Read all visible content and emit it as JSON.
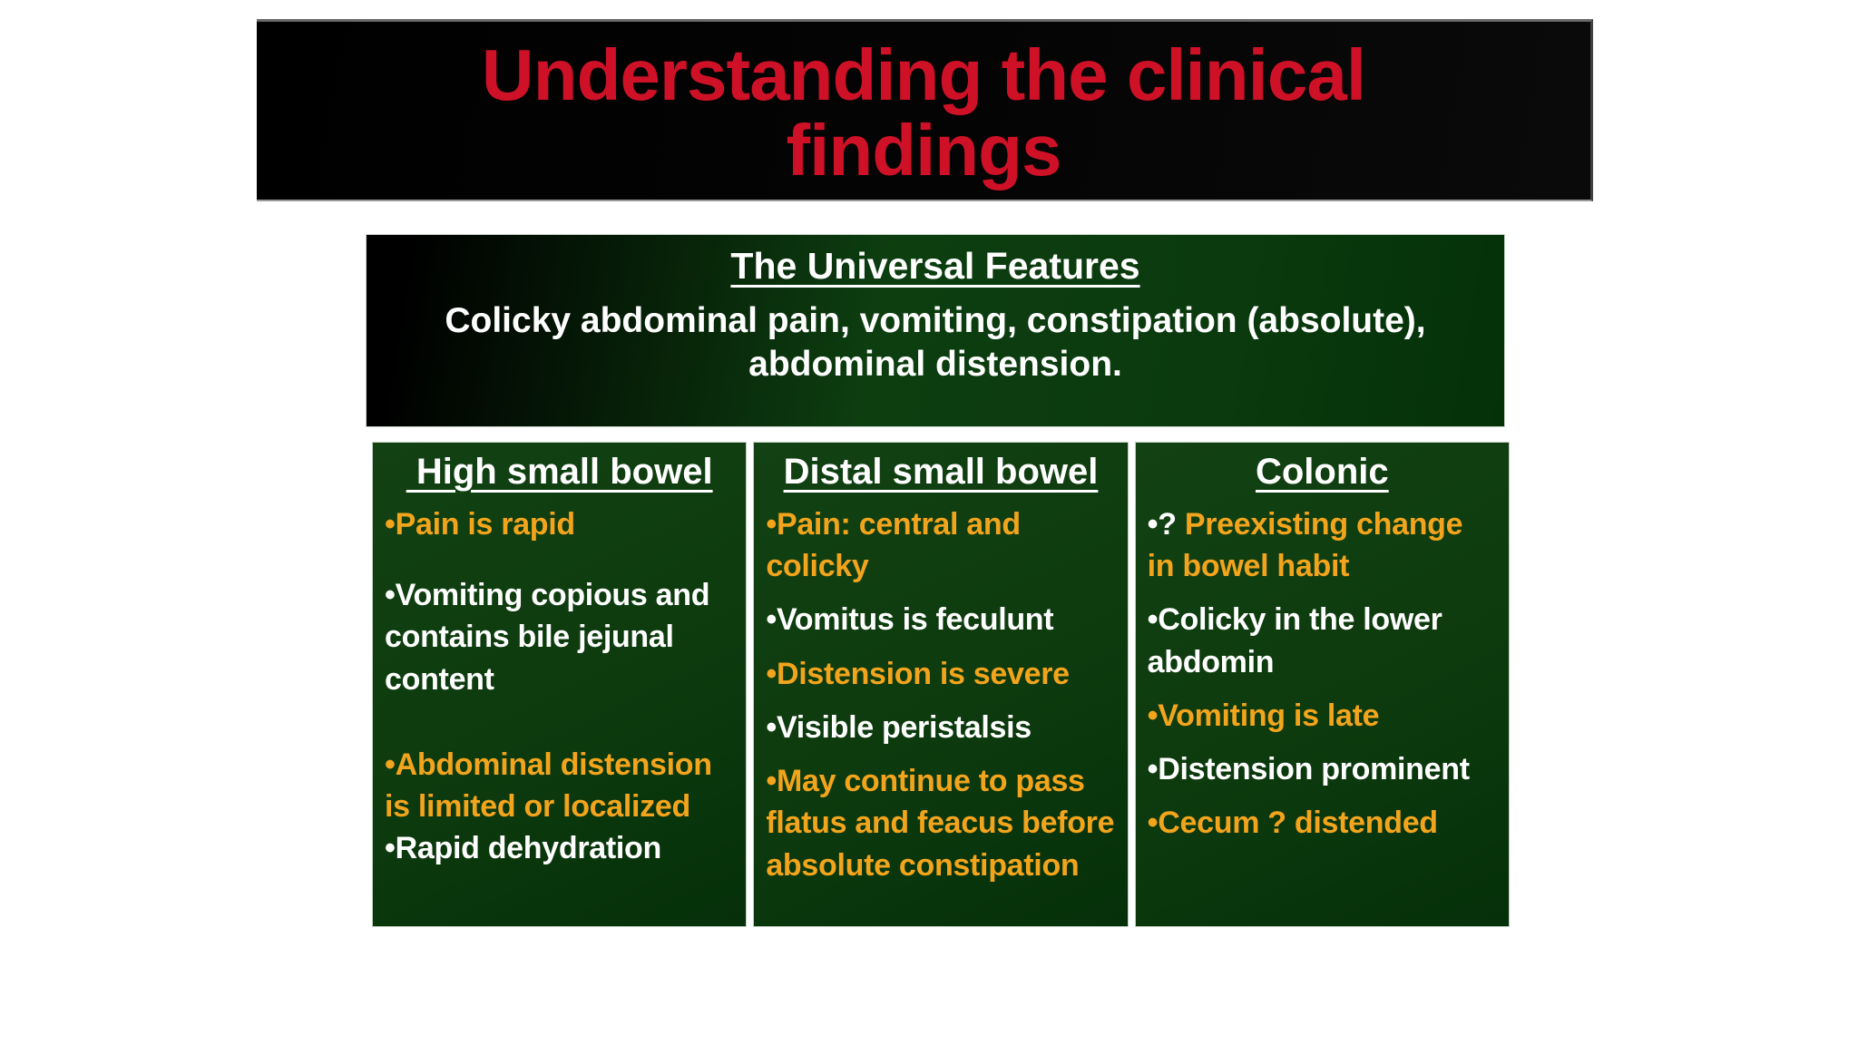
{
  "slide": {
    "title": {
      "line1": "Understanding the clinical",
      "line2": "findings"
    },
    "universal": {
      "heading": "The Universal Features",
      "body": "Colicky abdominal pain, vomiting, constipation (absolute), abdominal distension."
    },
    "columns": [
      {
        "heading": " High small bowel",
        "items": [
          {
            "prefix": "•",
            "text": "Pain is rapid",
            "color": "orange"
          },
          {
            "prefix": "•",
            "text": "Vomiting copious and contains bile jejunal content",
            "color": "white"
          },
          {
            "prefix": "•",
            "text": "Abdominal distension is limited or localized",
            "color": "orange"
          },
          {
            "prefix": "•",
            "text": "Rapid dehydration",
            "color": "white"
          }
        ]
      },
      {
        "heading": "Distal small bowel",
        "items": [
          {
            "prefix": "•",
            "text": "Pain: central and colicky",
            "color": "orange"
          },
          {
            "prefix": "•",
            "text": "Vomitus is feculunt",
            "color": "white"
          },
          {
            "prefix": "•",
            "text": "Distension is severe",
            "color": "orange"
          },
          {
            "prefix": "•",
            "text": "Visible peristalsis",
            "color": "white"
          },
          {
            "prefix": "•",
            "text": "May continue to pass flatus and feacus before absolute constipation",
            "color": "orange"
          }
        ]
      },
      {
        "heading": "Colonic",
        "items": [
          {
            "prefix": "•? ",
            "prefix_color": "white",
            "text": "Preexisting change in bowel habit",
            "color": "orange"
          },
          {
            "prefix": "•",
            "text": "Colicky in the lower abdomin",
            "color": "white"
          },
          {
            "prefix": "•",
            "text": "Vomiting is late",
            "color": "orange"
          },
          {
            "prefix": "•",
            "text": "Distension prominent",
            "color": "white"
          },
          {
            "prefix": "•",
            "text": "Cecum ? distended",
            "color": "orange"
          }
        ]
      }
    ],
    "colors": {
      "title_red": "#CE1126",
      "bullet_orange": "#F2A41C",
      "text_white": "#FFFFFF",
      "panel_green_dark": "#0D3B0E",
      "panel_black": "#000000",
      "page_bg": "#FFFFFF"
    }
  }
}
